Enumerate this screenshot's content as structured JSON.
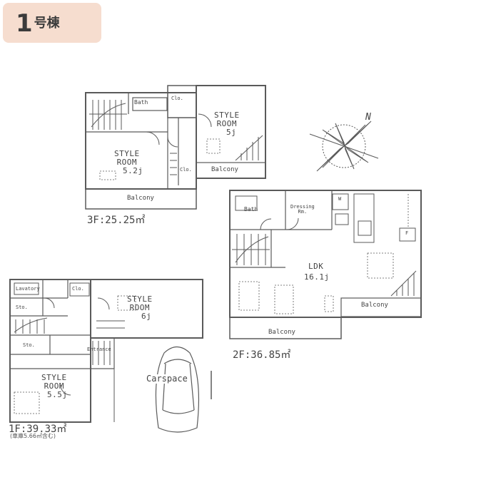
{
  "badge": {
    "number": "1",
    "suffix": "号棟"
  },
  "floors": {
    "third": {
      "area": "3F:25.25㎡",
      "bath": "Bath",
      "clo_top": "Clo.",
      "clo_mid": "Clo.",
      "room_a": {
        "name": "STYLE\nROOM",
        "size": "5.2j"
      },
      "room_b": {
        "name": "STYLE\nROOM",
        "size": "5j"
      },
      "balcony_bottom": "Balcony",
      "balcony_right": "Balcony"
    },
    "second": {
      "area": "2F:36.85㎡",
      "bath": "Bath",
      "dressing": "Dressing\nRm.",
      "washer": "W",
      "fridge": "F",
      "ldk": {
        "name": "LDK",
        "size": "16.1j"
      },
      "balcony_right": "Balcony",
      "balcony_bottom": "Balcony"
    },
    "first": {
      "area": "1F:39.33㎡",
      "note": "(車庫5.66㎡含む)",
      "lavatory": "Lavatory",
      "clo": "Clo.",
      "sto_a": "Sto.",
      "sto_b": "Sto.",
      "entrance": "Entrance",
      "room_a": {
        "name": "STYLE\nROOM",
        "size": "6j"
      },
      "room_b": {
        "name": "STYLE\nROOM",
        "size": "5.5j"
      },
      "carspace": "Carspace"
    }
  },
  "compass": {
    "north": "N"
  },
  "colors": {
    "line": "#5a5a5a",
    "badge_bg": "#f6ddcf"
  }
}
